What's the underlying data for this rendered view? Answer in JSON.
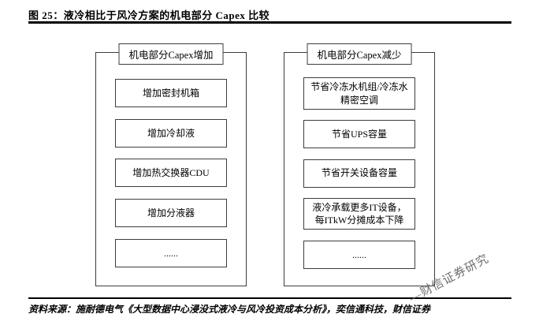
{
  "figure": {
    "title": "图 25：液冷相比于风冷方案的机电部分 Capex 比较"
  },
  "diagram": {
    "left": {
      "header": "机电部分Capex增加",
      "items": [
        "增加密封机箱",
        "增加冷却液",
        "增加热交换器CDU",
        "增加分液器",
        "......"
      ]
    },
    "right": {
      "header": "机电部分Capex减少",
      "items": [
        "节省冷冻水机组/冷冻水精密空调",
        "节省UPS容量",
        "节省开关设备容量",
        "液冷承载更多IT设备，每ITkW分摊成本下降",
        "......"
      ]
    }
  },
  "footer": {
    "source": "资料来源：施耐德电气《大型数据中心浸没式液冷与风冷投资成本分析》，奕信通科技，财信证券"
  },
  "watermark": "—财信证券研究"
}
